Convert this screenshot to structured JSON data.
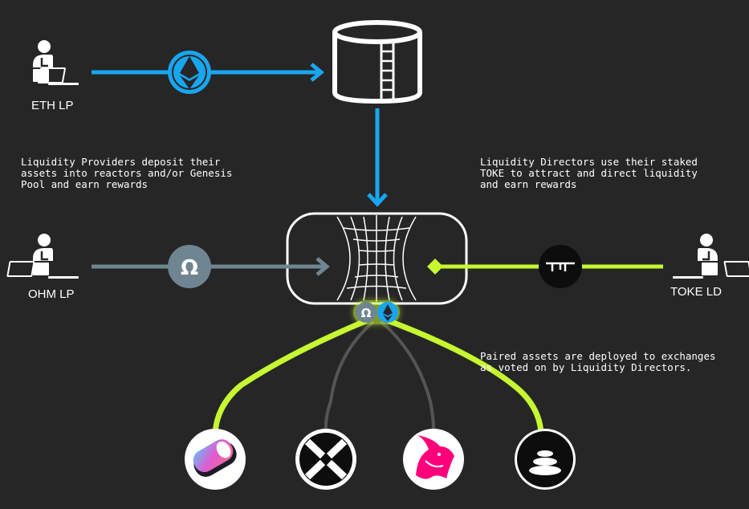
{
  "actors": {
    "eth_lp": {
      "label": "ETH LP"
    },
    "ohm_lp": {
      "label": "OHM LP"
    },
    "toke_ld": {
      "label": "TOKE LD"
    }
  },
  "notes": {
    "providers": "Liquidity Providers deposit their\nassets into reactors and/or Genesis\nPool and earn rewards",
    "directors": "Liquidity Directors use their staked\nTOKE to attract and direct liquidity\nand earn rewards",
    "paired": "Paired assets are deployed to exchanges\nas voted on by Liquidity Directors."
  },
  "tokens": {
    "ohm_symbol": "Ω"
  },
  "icons": {
    "user": "user-at-laptop-icon",
    "eth": "ethereum-icon",
    "ohm": "olympus-ohm-icon",
    "toke": "tokemak-icon",
    "reactor": "reactor-tank-icon",
    "pool": "genesis-pool-icon",
    "exchanges": [
      "sushiswap-icon",
      "0x-icon",
      "uniswap-icon",
      "balancer-icon"
    ]
  },
  "colors": {
    "background": "#262626",
    "eth_blue": "#18a6f0",
    "ohm_gray": "#6f8591",
    "toke_green": "#c6f730",
    "white": "#ffffff",
    "line_gray": "#555555"
  }
}
